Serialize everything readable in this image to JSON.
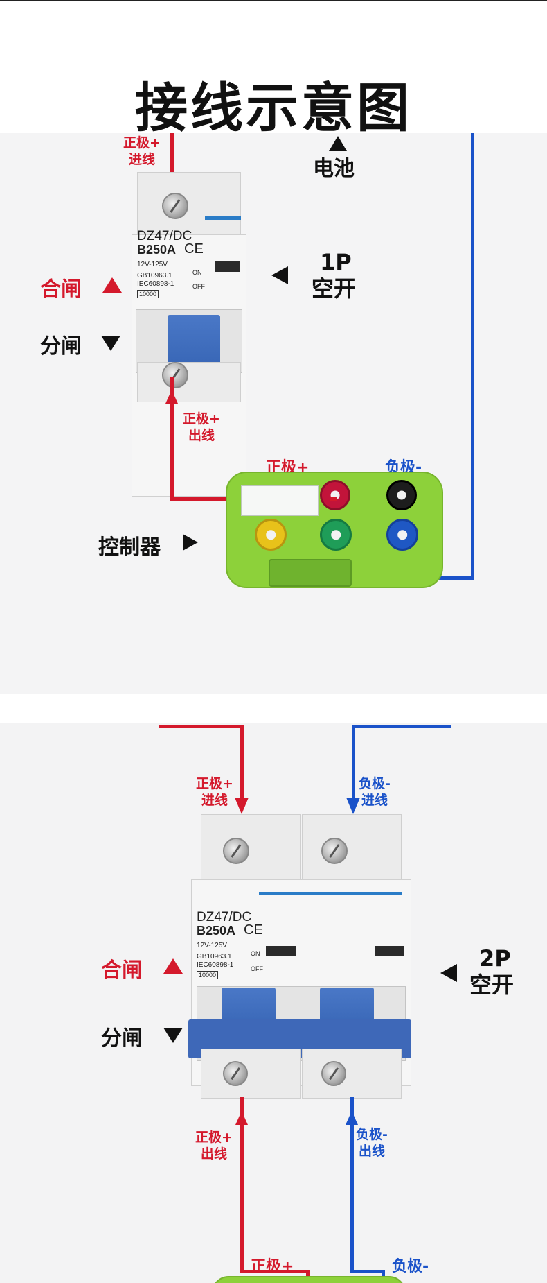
{
  "title": "接线示意图",
  "panel_1p": {
    "battery_label": "电池",
    "pos_in_label": "正极+\n进线",
    "pos_out_label": "正极+\n出线",
    "close_label": "合闸",
    "open_label": "分闸",
    "type_label_line1": "1P",
    "type_label_line2": "空开",
    "controller_label": "控制器",
    "ctrl_pos_label": "正极+",
    "ctrl_neg_label": "负极-",
    "breaker_print": {
      "model": "DZ47/DC",
      "rating": "B250A",
      "ce": "CE",
      "voltage": "12V-125V",
      "std1": "GB10963.1",
      "std2": "IEC60898-1",
      "capacity": "10000",
      "on": "ON",
      "off": "OFF"
    }
  },
  "panel_2p": {
    "pos_in_label": "正极+\n进线",
    "neg_in_label": "负极-\n进线",
    "pos_out_label": "正极+\n出线",
    "neg_out_label": "负极-\n出线",
    "close_label": "合闸",
    "open_label": "分闸",
    "type_label_line1": "2P",
    "type_label_line2": "空开",
    "ctrl_pos_label": "正极+",
    "ctrl_neg_label": "负极-",
    "breaker_print": {
      "model": "DZ47/DC",
      "rating": "B250A",
      "ce": "CE",
      "voltage": "12V-125V",
      "std1": "GB10963.1",
      "std2": "IEC60898-1",
      "capacity": "10000",
      "on": "ON",
      "off": "OFF"
    }
  },
  "colors": {
    "positive_wire": "#d4192c",
    "negative_wire": "#1a52c9",
    "controller_body": "#8dd13a",
    "lever": "#3f6dbd"
  }
}
